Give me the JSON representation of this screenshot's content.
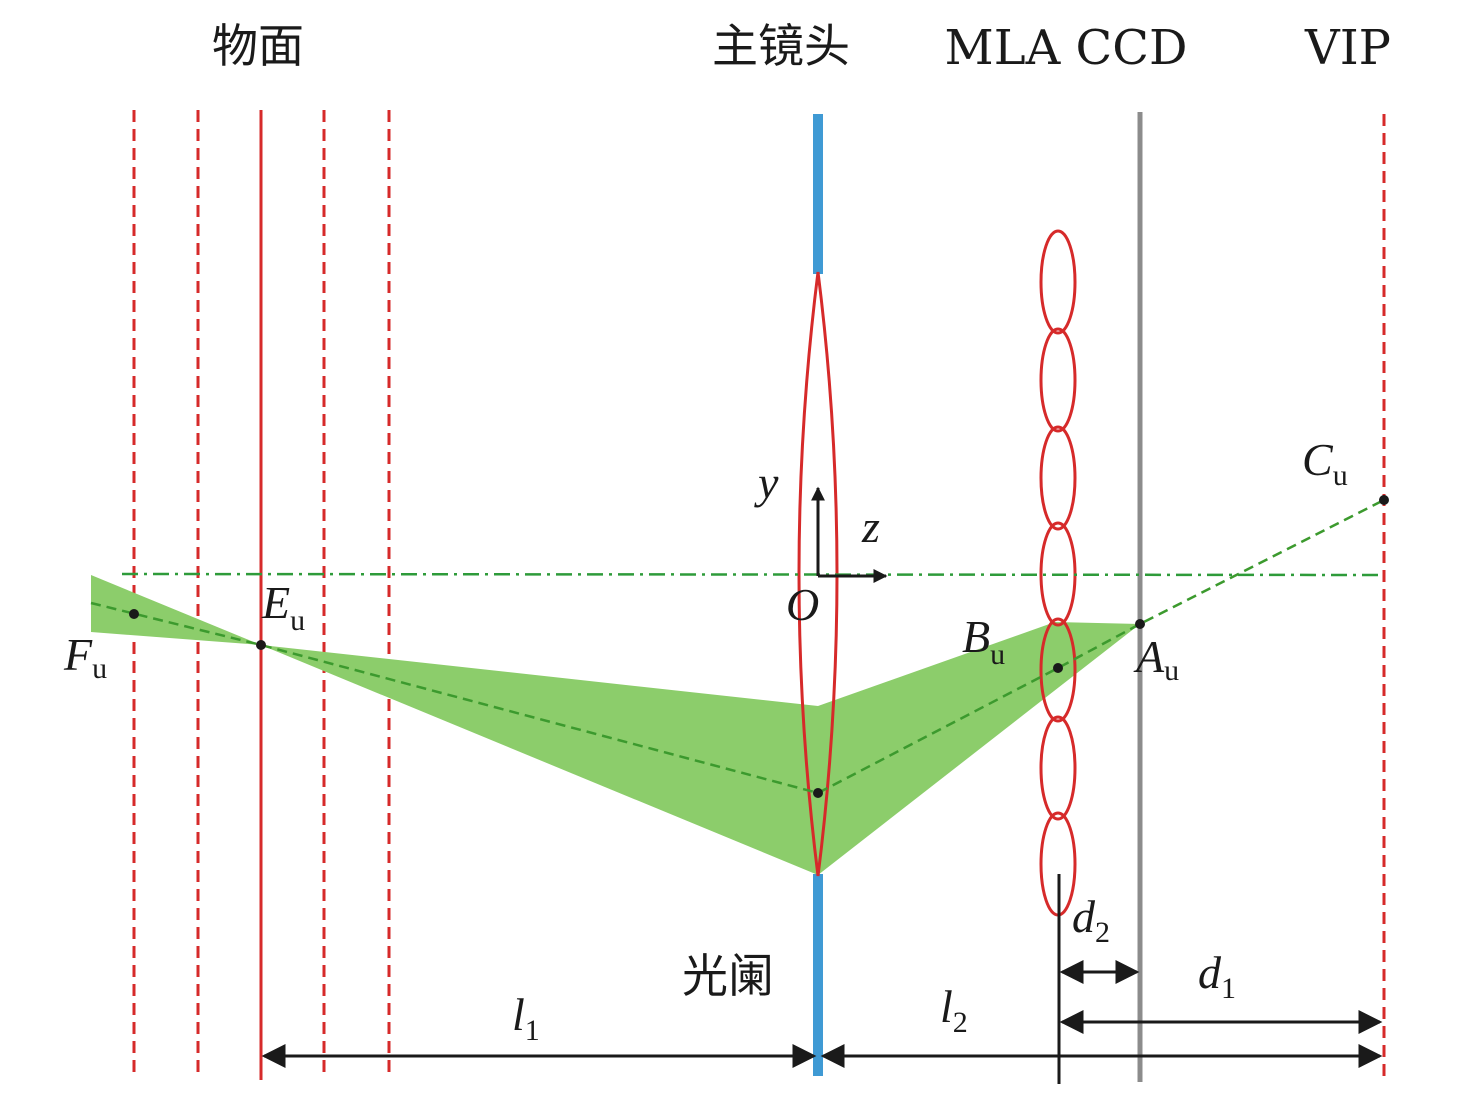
{
  "headers": {
    "object_plane": "物面",
    "main_lens": "主镜头",
    "mla_ccd": "MLA CCD",
    "vip": "VIP"
  },
  "aperture": "光阑",
  "axes": {
    "y": "y",
    "z": "z",
    "origin": "O"
  },
  "points": {
    "A": {
      "main": "A",
      "sub": "u"
    },
    "B": {
      "main": "B",
      "sub": "u"
    },
    "C": {
      "main": "C",
      "sub": "u"
    },
    "E": {
      "main": "E",
      "sub": "u"
    },
    "F": {
      "main": "F",
      "sub": "u"
    }
  },
  "distances": {
    "l1": {
      "main": "l",
      "sub": "1"
    },
    "l2": {
      "main": "l",
      "sub": "2"
    },
    "d1": {
      "main": "d",
      "sub": "1"
    },
    "d2": {
      "main": "d",
      "sub": "2"
    }
  },
  "colors": {
    "beam_fill": "#8ccd6b",
    "beam_ray": "#3c9a2e",
    "optical_axis": "#2e9b3a",
    "lens_blue": "#3f9ad4",
    "red_plane": "#d62a2a",
    "ccd_gray": "#8c8c8c",
    "ink": "#1a1a1a"
  }
}
